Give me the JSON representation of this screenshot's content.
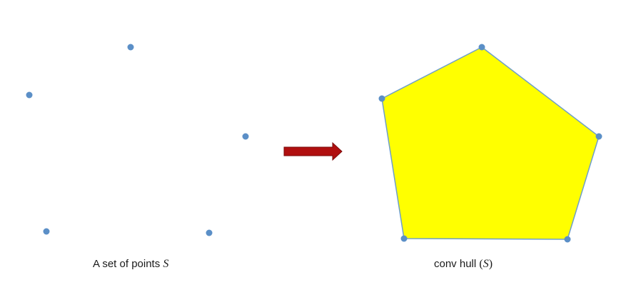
{
  "colors": {
    "point": "#5b8fc7",
    "hull_fill": "#ffff00",
    "hull_stroke": "#6f9fc8",
    "arrow": "#b00f0f",
    "arrow_stroke": "#7a0a0a"
  },
  "left": {
    "caption_text": "A set of points ",
    "caption_math": "S"
  },
  "right": {
    "caption_text": "conv hull ",
    "caption_open": "(",
    "caption_math": "S",
    "caption_close": ")"
  }
}
